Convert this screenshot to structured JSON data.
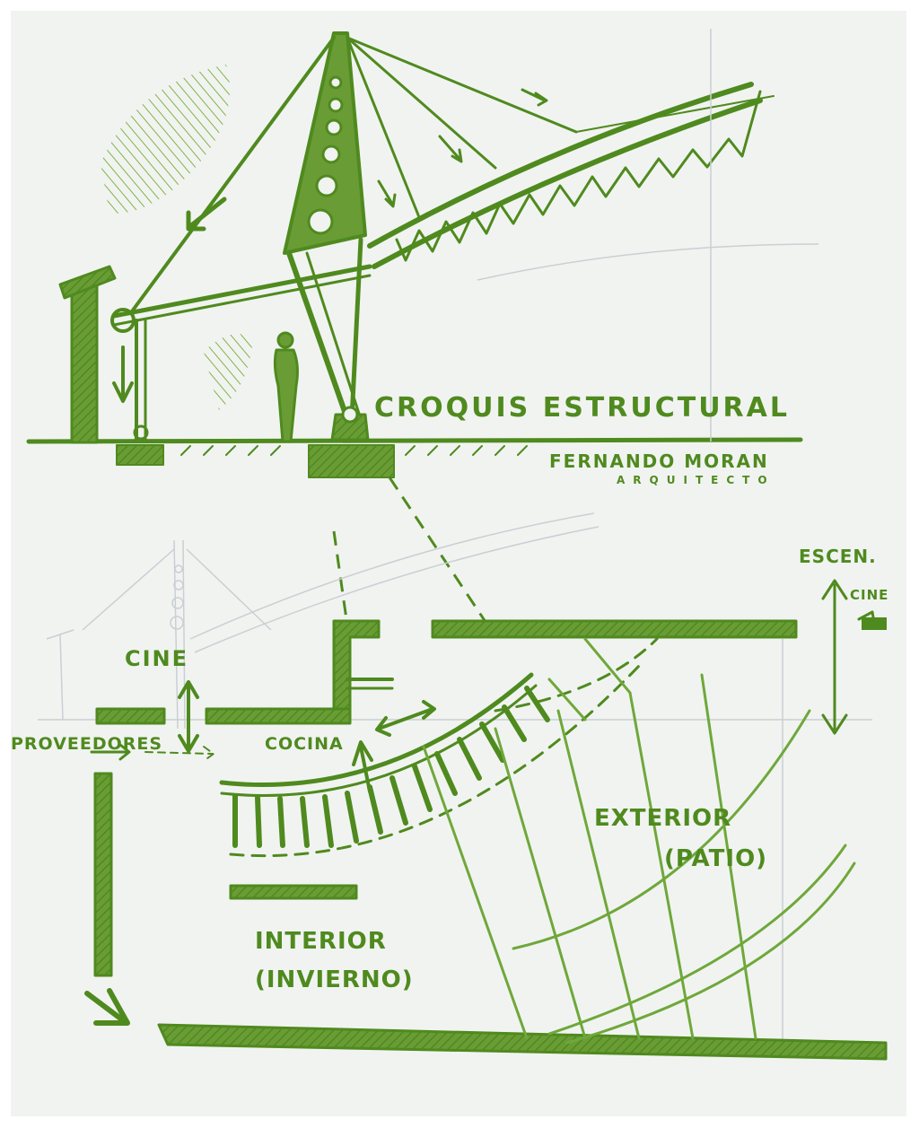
{
  "colors": {
    "ink": "#4f8a1e",
    "ink_light": "#7fb547",
    "pencil": "#c9cfd3",
    "paper": "#f1f3f1"
  },
  "section": {
    "title": "CROQUIS ESTRUCTURAL",
    "author": "FERNANDO MORAN",
    "role": "ARQUITECTO"
  },
  "plan": {
    "label_escen": "ESCEN.",
    "label_cine_right": "CINE",
    "label_cine": "CINE",
    "label_proveedores": "PROVEEDORES",
    "label_cocina": "COCINA",
    "label_exterior": "EXTERIOR",
    "label_patio": "(PATIO)",
    "label_interior": "INTERIOR",
    "label_invierno": "(INVIERNO)"
  }
}
